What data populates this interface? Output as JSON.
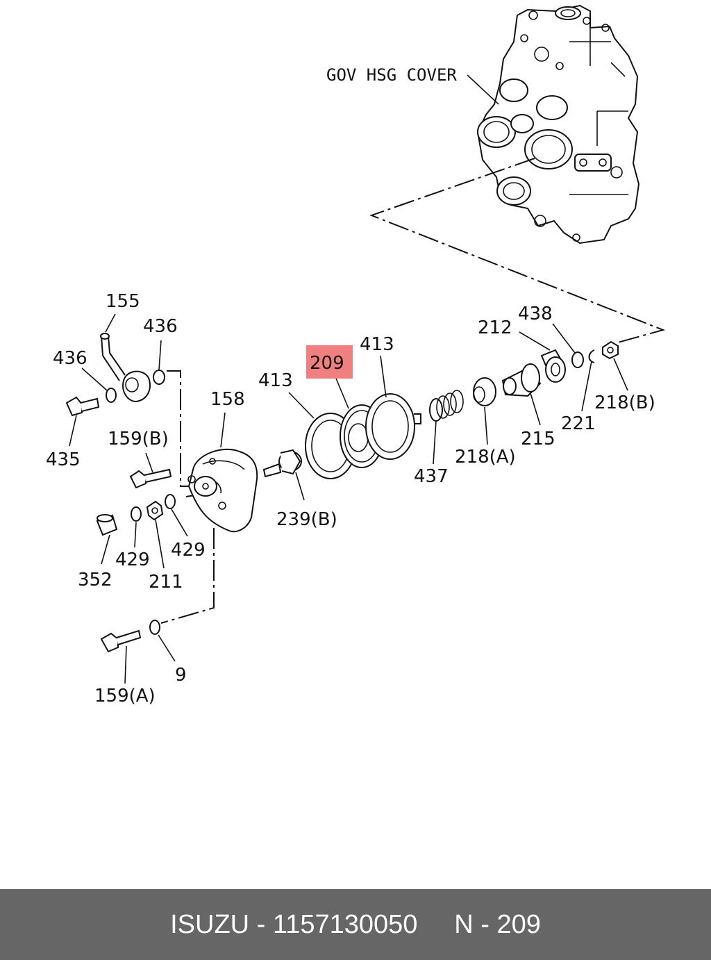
{
  "diagram": {
    "assembly_label": "GOV HSG COVER",
    "highlight": {
      "label": "209",
      "color": "#f08080"
    },
    "callouts": [
      "155",
      "436",
      "436",
      "435",
      "158",
      "159(B)",
      "352",
      "429",
      "211",
      "429",
      "159(A)",
      "9",
      "413",
      "413",
      "239(B)",
      "437",
      "218(A)",
      "215",
      "212",
      "438",
      "221",
      "218(B)"
    ]
  },
  "footer": {
    "brand": "ISUZU",
    "separator": " - ",
    "part_number": "1157130050",
    "gap": "     ",
    "ref_prefix": "N - ",
    "ref_number": "209",
    "background": "#666666"
  }
}
